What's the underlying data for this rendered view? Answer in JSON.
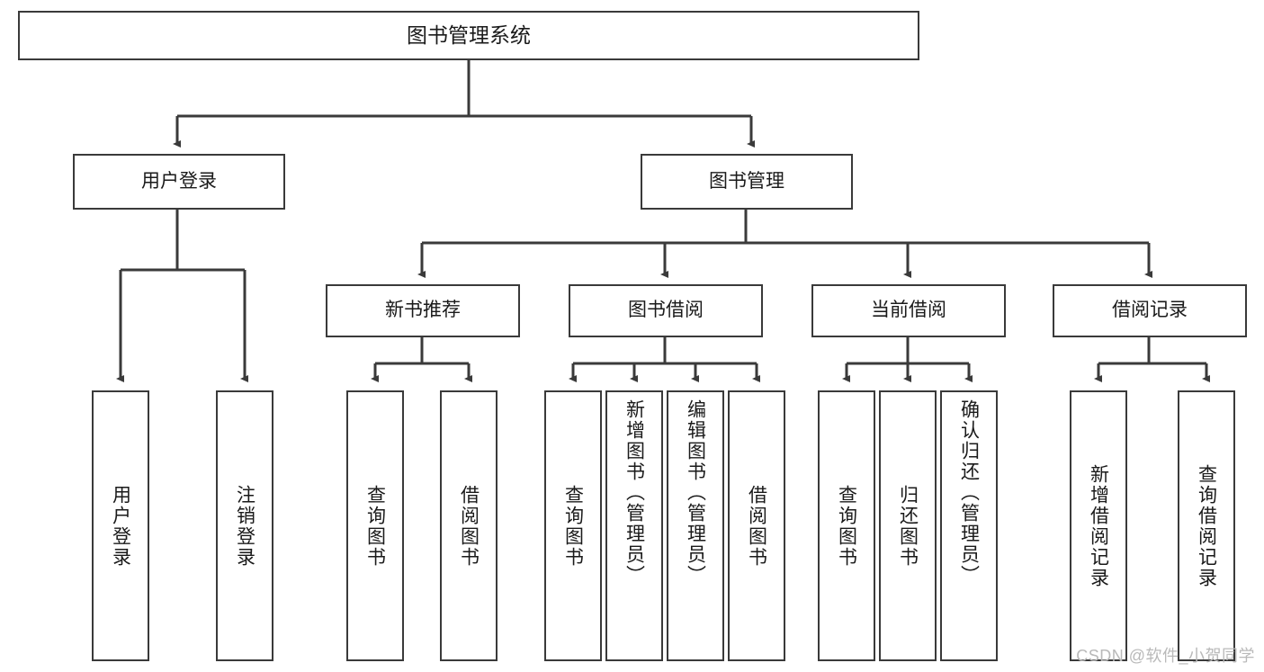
{
  "diagram": {
    "title": "图书管理系统",
    "type": "tree-hierarchy",
    "root": {
      "label": "图书管理系统"
    },
    "level2": [
      {
        "id": "user-login",
        "label": "用户登录"
      },
      {
        "id": "book-manage",
        "label": "图书管理"
      }
    ],
    "level3": [
      {
        "id": "new-book-recommend",
        "label": "新书推荐"
      },
      {
        "id": "book-borrow",
        "label": "图书借阅"
      },
      {
        "id": "current-borrow",
        "label": "当前借阅"
      },
      {
        "id": "borrow-record",
        "label": "借阅记录"
      }
    ],
    "leaves": [
      {
        "id": "leaf-user-login",
        "label": "用户登录",
        "parent": "user-login"
      },
      {
        "id": "leaf-logout-login",
        "label": "注销登录",
        "parent": "user-login"
      },
      {
        "id": "leaf-query-book-1",
        "label": "查询图书",
        "parent": "new-book-recommend"
      },
      {
        "id": "leaf-borrow-book-1",
        "label": "借阅图书",
        "parent": "new-book-recommend"
      },
      {
        "id": "leaf-query-book-2",
        "label": "查询图书",
        "parent": "book-borrow"
      },
      {
        "id": "leaf-add-book",
        "label": "新增图书（管理员）",
        "parent": "book-borrow"
      },
      {
        "id": "leaf-edit-book",
        "label": "编辑图书（管理员）",
        "parent": "book-borrow"
      },
      {
        "id": "leaf-borrow-book-2",
        "label": "借阅图书",
        "parent": "book-borrow"
      },
      {
        "id": "leaf-query-book-3",
        "label": "查询图书",
        "parent": "current-borrow"
      },
      {
        "id": "leaf-return-book",
        "label": "归还图书",
        "parent": "current-borrow"
      },
      {
        "id": "leaf-confirm-return",
        "label": "确认归还（管理员）",
        "parent": "current-borrow"
      },
      {
        "id": "leaf-add-record",
        "label": "新增借阅记录",
        "parent": "borrow-record"
      },
      {
        "id": "leaf-query-record",
        "label": "查询借阅记录",
        "parent": "borrow-record"
      }
    ],
    "colors": {
      "border": "#3a3a3a",
      "background": "#ffffff",
      "text": "#1a1a1a",
      "watermark": "#b9b9b9"
    }
  },
  "watermark": {
    "text": "CSDN @软件_小贺同学"
  }
}
